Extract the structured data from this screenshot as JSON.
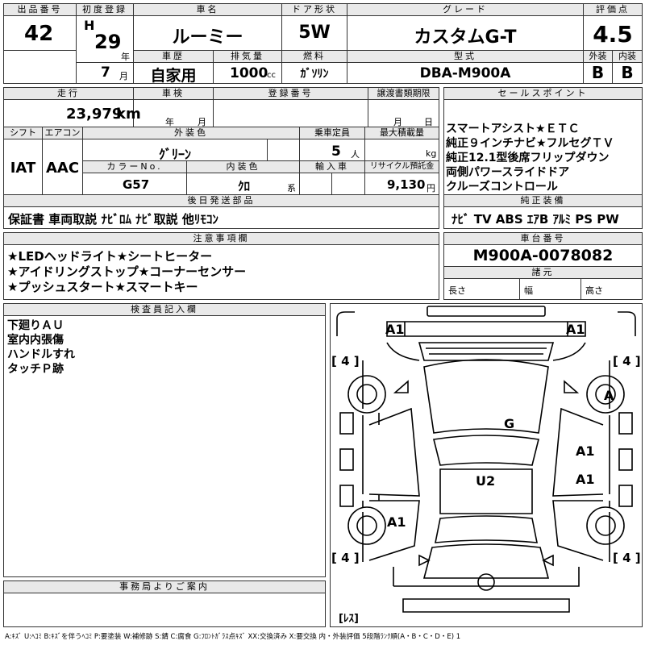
{
  "top": {
    "lot_no_label": "出品番号",
    "lot_no": "42",
    "first_reg_label": "初度登録",
    "era": "H",
    "year": "29",
    "year_unit": "年",
    "month": "7",
    "month_unit": "月",
    "car_name_label": "車名",
    "car_name": "ルーミー",
    "door_label": "ドア形状",
    "door": "5W",
    "grade_label": "グレード",
    "grade": "カスタムG-T",
    "score_label": "評価点",
    "score": "4.5",
    "history_label": "車歴",
    "history": "自家用",
    "displacement_label": "排気量",
    "displacement": "1000",
    "displacement_unit": "cc",
    "fuel_label": "燃料",
    "fuel": "ｶﾞｿﾘﾝ",
    "model_label": "型式",
    "model": "DBA-M900A",
    "exterior_label": "外装",
    "exterior": "B",
    "interior_label": "内装",
    "interior": "B"
  },
  "mid": {
    "mileage_label": "走行",
    "mileage": "23,979",
    "mileage_unit": "km",
    "inspection_label": "車検",
    "insp_year_unit": "年",
    "insp_month_unit": "月",
    "regno_label": "登録番号",
    "transfer_label": "譲渡書類期限",
    "transfer_month_unit": "月",
    "transfer_day_unit": "日",
    "shift_label": "シフト",
    "shift": "IAT",
    "ac_label": "エアコン",
    "ac": "AAC",
    "color_label": "外装色",
    "color": "ｸﾞﾘｰﾝ",
    "capacity_label": "乗車定員",
    "capacity": "5",
    "capacity_unit": "人",
    "load_label": "最大積載量",
    "load_unit": "kg",
    "colorno_label": "カラーNo.",
    "colorno": "G57",
    "intcolor_label": "内装色",
    "intcolor": "ｸﾛ",
    "intcolor_unit": "系",
    "import_label": "輸入車",
    "recycle_label": "リサイクル預託金",
    "recycle": "9,130",
    "recycle_unit": "円"
  },
  "sales": {
    "label": "セールスポイント",
    "lines": [
      "スマートアシスト★ＥＴＣ",
      "純正９インチナビ★フルセグＴＶ",
      "純正12.1型後席フリップダウン",
      "両側パワースライドドア",
      "クルーズコントロール"
    ]
  },
  "later_parts": {
    "label": "後日発送部品",
    "value": "保証書 車両取説 ﾅﾋﾞﾛﾑ ﾅﾋﾞ取説 他ﾘﾓｺﾝ"
  },
  "equip": {
    "label": "純正装備",
    "value": "ﾅﾋﾞ TV ABS ｴｱB ｱﾙﾐ PS PW"
  },
  "notes": {
    "label": "注意事項欄",
    "lines": [
      "★LEDヘッドライト★シートヒーター",
      "★アイドリングストップ★コーナーセンサー",
      "★プッシュスタート★スマートキー"
    ]
  },
  "chassis": {
    "label": "車台番号",
    "value": "M900A-0078082",
    "dims_label": "諸元",
    "length": "長さ",
    "width": "幅",
    "height": "高さ"
  },
  "inspector": {
    "label": "検査員記入欄",
    "lines": [
      "下廻りＡＵ",
      "室内内張傷",
      "ハンドルすれ",
      "タッチＰ跡"
    ]
  },
  "diagram": {
    "marks": {
      "a1_fl": "A1",
      "a1_fr": "A1",
      "a_right_front": "A",
      "g_hood": "G",
      "a1_right_door1": "A1",
      "a1_right_door2": "A1",
      "u2_floor": "U2",
      "a1_left_rear": "A1"
    },
    "tire_fl": "[ 4 ]",
    "tire_fr": "[ 4 ]",
    "tire_rl": "[ 4 ]",
    "tire_rr": "[ 4 ]",
    "spare": "[ﾚｽ]"
  },
  "office": {
    "label": "事務局よりご案内"
  },
  "legend": "A:ｷｽﾞ U:ﾍｺﾐ B:ｷｽﾞを伴うﾍｺﾐ P:要塗装 W:補修跡 S:錆 C:腐食 G:ﾌﾛﾝﾄｶﾞﾗｽ点ｷｽﾞ XX:交換済み X:要交換 内・外装評価 5段階ﾗﾝｸ順(A・B・C・D・E) 1"
}
